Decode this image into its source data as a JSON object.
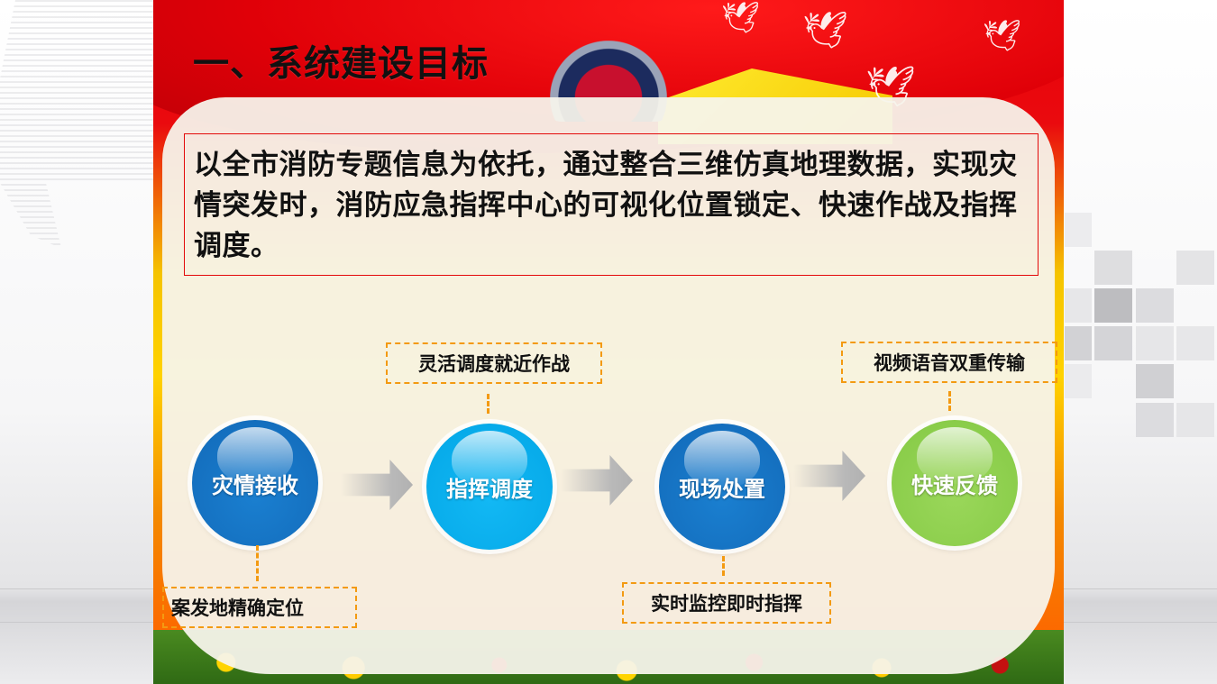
{
  "slide": {
    "title": "一、系统建设目标",
    "statement": "以全市消防专题信息为依托，通过整合三维仿真地理数据，实现灾情突发时，消防应急指挥中心的可视化位置锁定、快速作战及指挥调度。",
    "flow": {
      "nodes": [
        {
          "label": "灾情接收",
          "color": "#1474c4"
        },
        {
          "label": "指挥调度",
          "color": "#04aeee"
        },
        {
          "label": "现场处置",
          "color": "#1474c4"
        },
        {
          "label": "快速反馈",
          "color": "#8ccf4a"
        }
      ],
      "callouts": [
        {
          "label": "案发地精确定位",
          "node": 0,
          "position": "below"
        },
        {
          "label": "灵活调度就近作战",
          "node": 1,
          "position": "above"
        },
        {
          "label": "实时监控即时指挥",
          "node": 2,
          "position": "below"
        },
        {
          "label": "视频语音双重传输",
          "node": 3,
          "position": "above"
        }
      ]
    },
    "colors": {
      "callout_border": "#f39a12",
      "statement_border": "#e30a0a",
      "header_red": "#e8000a"
    }
  }
}
